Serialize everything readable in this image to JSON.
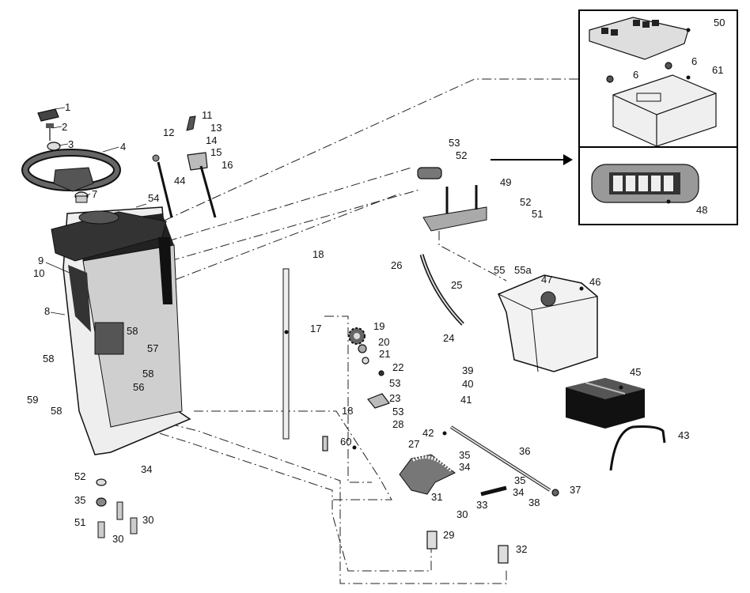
{
  "diagram": {
    "callouts": {
      "c1": "1",
      "c2": "2",
      "c3": "3",
      "c4": "4",
      "c7": "7",
      "c8": "8",
      "c9": "9",
      "c10": "10",
      "c11": "11",
      "c12": "12",
      "c13": "13",
      "c14": "14",
      "c15": "15",
      "c16": "16",
      "c17": "17",
      "c18a": "18",
      "c18b": "18",
      "c19": "19",
      "c20": "20",
      "c21": "21",
      "c22": "22",
      "c23": "23",
      "c24": "24",
      "c25": "25",
      "c26": "26",
      "c27": "27",
      "c28": "28",
      "c29": "29",
      "c30a": "30",
      "c30b": "30",
      "c30c": "30",
      "c31": "31",
      "c32": "32",
      "c33": "33",
      "c34a": "34",
      "c34b": "34",
      "c34c": "34",
      "c35a": "35",
      "c35b": "35",
      "c35c": "35",
      "c36": "36",
      "c37": "37",
      "c38": "38",
      "c39": "39",
      "c40": "40",
      "c41": "41",
      "c42": "42",
      "c43": "43",
      "c44": "44",
      "c45": "45",
      "c46": "46",
      "c47": "47",
      "c48": "48",
      "c49": "49",
      "c50": "50",
      "c51a": "51",
      "c51b": "51",
      "c52a": "52",
      "c52b": "52",
      "c52c": "52",
      "c53a": "53",
      "c53b": "53",
      "c53c": "53",
      "c54": "54",
      "c55": "55",
      "c55a": "55a",
      "c56": "56",
      "c57": "57",
      "c58a": "58",
      "c58b": "58",
      "c58c": "58",
      "c58d": "58",
      "c59": "59",
      "c60": "60",
      "c61": "61",
      "c6a": "6",
      "c6b": "6"
    }
  }
}
